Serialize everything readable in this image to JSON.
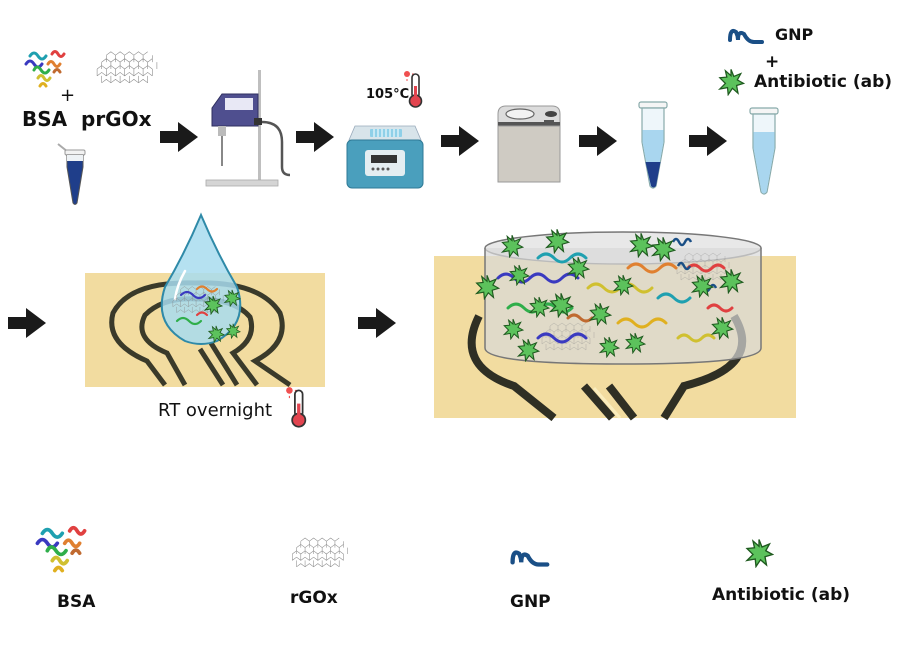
{
  "top_row": {
    "step1": {
      "bsa_label": "BSA",
      "plus": "+",
      "prgox_label": "prGOx"
    },
    "step2": {
      "instrument": "sonicator"
    },
    "step3": {
      "temperature_label": "105°C",
      "instrument": "heating block"
    },
    "step4": {
      "instrument": "centrifuge"
    },
    "step5": {
      "instrument": "tube with pellet"
    },
    "step6": {
      "gnp_label": "GNP",
      "plus": "+",
      "antibiotic_label": "Antibiotic (ab)",
      "instrument": "tube with solution"
    }
  },
  "middle_row": {
    "drop_cast": {
      "condition_label": "RT overnight"
    },
    "final": {
      "description": "BSA/rGOx/GNP/antibiotic composite coating on electrode"
    }
  },
  "legend": {
    "items": [
      {
        "label": "BSA",
        "icon": "bsa-protein-icon"
      },
      {
        "label": "rGOx",
        "icon": "graphene-sheet-icon"
      },
      {
        "label": "GNP",
        "icon": "gnp-wave-icon"
      },
      {
        "label": "Antibiotic (ab)",
        "icon": "antibiotic-star-icon"
      }
    ]
  },
  "colors": {
    "arrow": "#1a1a1a",
    "electrode_bg": "#f2dca0",
    "electrode_trace": "#3a3a2a",
    "antibiotic_green": "#5cc25c",
    "antibiotic_outline": "#1f5a1f",
    "gnp_blue": "#1a4f86",
    "drop_blue": "#a8dcef",
    "tube_liquid": "#a9d6ef",
    "pellet": "#1f3e8a",
    "heater_teal": "#4a9fbd",
    "sonicator_purple": "#4f4f8f",
    "thermo_red": "#e2444f"
  }
}
